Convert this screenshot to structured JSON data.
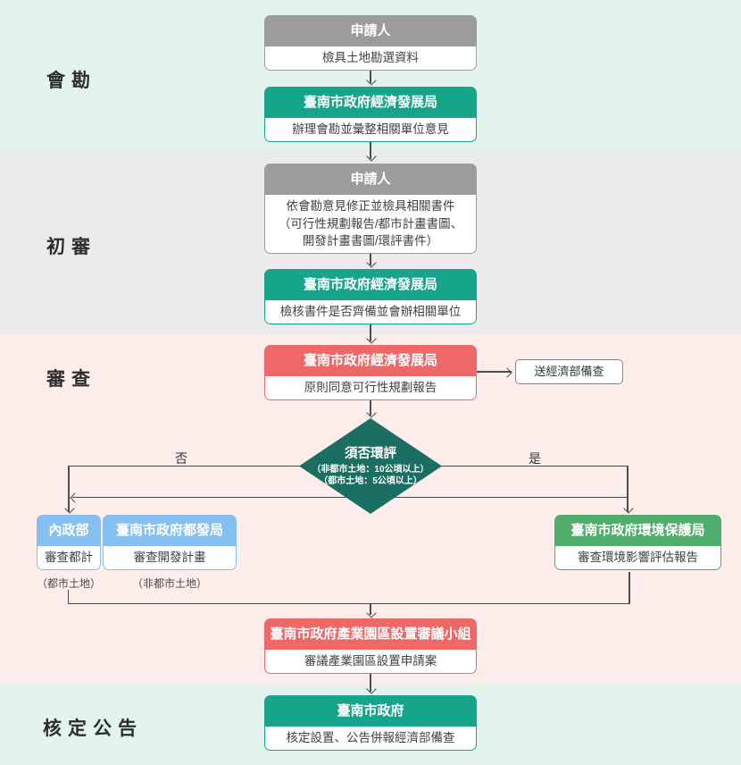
{
  "colors": {
    "band_survey": "#e3f3ee",
    "band_preliminary": "#ebebeb",
    "band_review": "#fdedeb",
    "band_approval": "#e3f3ee",
    "header_gray": "#9c9c9c",
    "header_teal": "#16a58b",
    "header_red": "#ef6868",
    "header_blue": "#84c1f2",
    "header_green": "#4fae6b",
    "diamond_fill": "#1b6f62",
    "connector": "#4d4d4d"
  },
  "sections": {
    "survey": "會勘",
    "preliminary": "初審",
    "review": "審查",
    "approval": "核定公告"
  },
  "flow": {
    "applicant1": {
      "header": "申請人",
      "body": "檢具土地勘選資料"
    },
    "econ_dev1": {
      "header": "臺南市政府經濟發展局",
      "body": "辦理會勘並彙整相關單位意見"
    },
    "applicant2": {
      "header": "申請人",
      "body_line1": "依會勘意見修正並檢具相關書件",
      "body_line2": "（可行性規劃報告/都市計畫書圖、",
      "body_line3": "開發計畫書圖/環評書件）"
    },
    "econ_dev2": {
      "header": "臺南市政府經濟發展局",
      "body": "檢核書件是否齊備並會辦相關單位"
    },
    "econ_dev3": {
      "header": "臺南市政府經濟發展局",
      "body": "原則同意可行性規劃報告"
    },
    "moea_note": {
      "label": "送經濟部備查"
    },
    "decision": {
      "title": "須否環評",
      "cond1": "（非都市土地：10公頃以上）",
      "cond2": "（都市土地：5公頃以上）",
      "no_label": "否",
      "yes_label": "是"
    },
    "moi": {
      "header": "內政部",
      "body": "審查都計",
      "caption": "（都市土地）"
    },
    "urban_dev": {
      "header": "臺南市政府都發局",
      "body": "審查開發計畫",
      "caption": "（非都市土地）"
    },
    "epa": {
      "header": "臺南市政府環境保護局",
      "body": "審查環境影響評估報告"
    },
    "committee": {
      "header": "臺南市政府產業園區設置審議小組",
      "body": "審議產業園區設置申請案"
    },
    "city_gov": {
      "header": "臺南市政府",
      "body": "核定設置、公告併報經濟部備查"
    }
  }
}
